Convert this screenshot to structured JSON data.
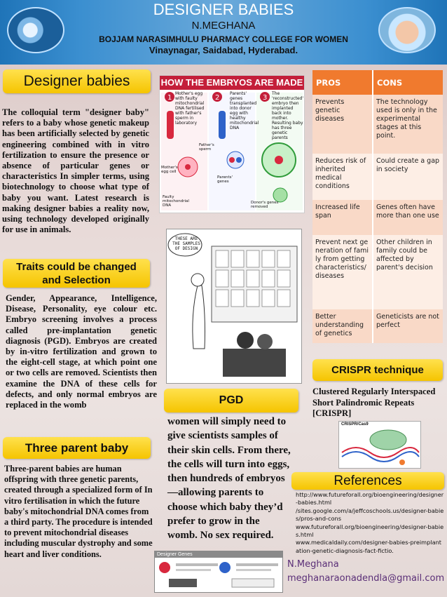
{
  "header": {
    "title": "DESIGNER BABIES",
    "author": "N.MEGHANA",
    "college": "BOJJAM NARASIMHULU PHARMACY COLLEGE FOR WOMEN",
    "address": "Vinaynagar, Saidabad, Hyderabad."
  },
  "sections": {
    "designer": {
      "heading": "Designer babies",
      "text": "The colloquial term \"designer baby\" refers to a baby whose genetic makeup has been artificially selected by genetic engineering combined with in vitro fertilization to ensure the presence or absence of particular genes or characteristics In simpler terms, using biotechnology to choose what type of baby you want. Latest research is making designer babies a reality now, using technology developed originally for use in animals."
    },
    "traits": {
      "heading_line1": "Traits could be changed",
      "heading_line2": "and Selection",
      "text": "Gender, Appearance, Intelligence, Disease, Personality, eye colour etc. Embryo screening involves a process called pre-implantation genetic diagnosis (PGD). Embryos are created by in-vitro fertilization and grown to the eight-cell stage, at which point one or two cells are removed. Scientists then examine the DNA of these cells for defects, and only normal embryos are replaced in the womb"
    },
    "three_parent": {
      "heading": "Three parent baby",
      "text": "Three-parent babies are human offspring with three genetic parents, created through a specialized form of In vitro fertilisation in which the future baby's mitochondrial DNA comes from a third party. The procedure is intended to prevent mitochondrial diseases including muscular dystrophy and some heart and liver conditions."
    },
    "pgd": {
      "heading": "PGD",
      "text": "women will simply need to give scientists samples of their skin cells. From there, the cells will turn into eggs, then hundreds of embryos—allowing parents to choose which baby they’d prefer to grow in the womb. No sex required."
    },
    "crispr": {
      "heading": "CRISPR technique",
      "text": "Clustered Regularly Interspaced Short Palindromic Repeats [CRISPR]",
      "diagram_label": "CRISPR/Cas9"
    },
    "references": {
      "heading": "References",
      "items": [
        "http://www.futureforall.org/bioengineering/designer-babies.html",
        "/sites.google.com/a/jeffcoschools.us/designer-babies/pros-and-cons",
        "www.futureforall.org/bioengineering/designer-babies.html",
        "www.medicaldaily.com/designer-babies-preimplantation-genetic-diagnosis-fact-fictio."
      ]
    },
    "signature": {
      "name": "N.Meghana",
      "email": "meghanaraonadendla@gmail.com"
    }
  },
  "table": {
    "headers": [
      "PROS",
      "CONS"
    ],
    "rows": [
      [
        "Prevents genetic diseases",
        "The technology used is only in the experimental stages at this point."
      ],
      [
        "Reduces risk of inherited medical conditions",
        "Could create a gap in society"
      ],
      [
        "Increased life span",
        "Genes often have more than one use"
      ],
      [
        "Prevent next generation of family from getting characteristics/diseases",
        "Other children in family could be affected by parent's decision"
      ],
      [
        "Better understanding of genetics",
        "Geneticists are not perfect"
      ]
    ]
  },
  "infographic": {
    "title": "HOW THE EMBRYOS ARE MADE",
    "step1": "Mother's egg with faulty mitochondrial DNA fertilised with father's sperm in laboratory",
    "step2": "Parents' genes transplanted into donor egg with healthy mitochondrial DNA",
    "step3": "The 'reconstructed' embryo then implanted back into mother. Resulting baby has three genetic parents",
    "label_fathers_sperm": "Father's sperm",
    "label_mothers_egg": "Mother's egg cell",
    "label_faulty": "Faulty mitochondrial DNA",
    "label_parents_genes": "Parents' genes",
    "label_donor": "Donor's genes removed"
  },
  "cartoon": {
    "speech": "THESE ARE THE SAMPLES OF DESIGN"
  },
  "bottom_image": {
    "title": "Designer Genes"
  },
  "colors": {
    "header_blue": "#2b80c4",
    "pill_yellow": "#f5c400",
    "table_orange": "#f07a2e",
    "signature_purple": "#5a2e77"
  }
}
